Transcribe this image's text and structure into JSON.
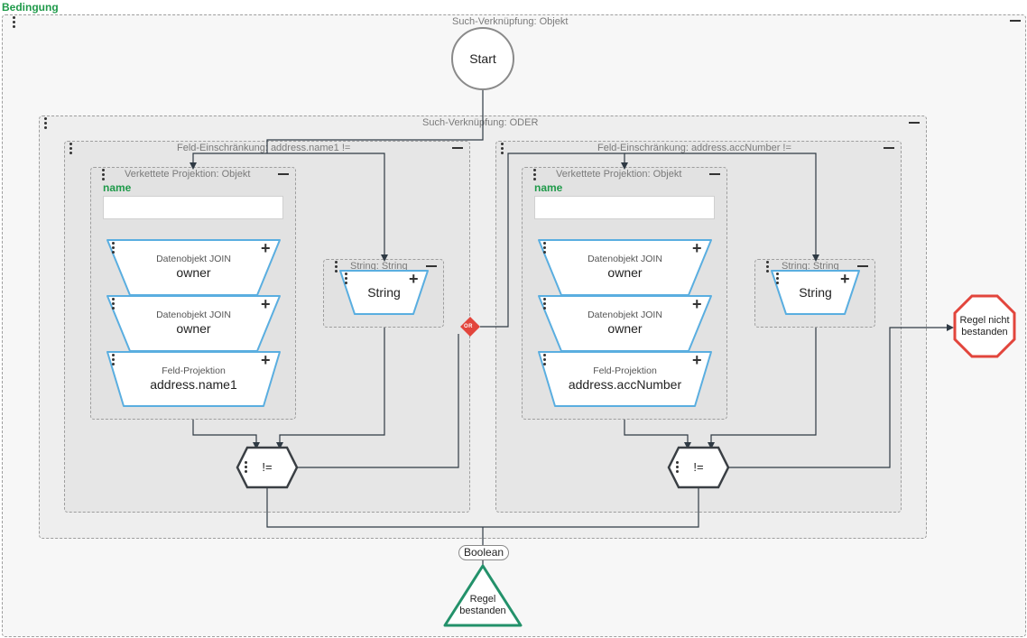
{
  "page": {
    "title": "Bedingung"
  },
  "outer": {
    "label": "Such-Verknüpfung: Objekt"
  },
  "start": {
    "label": "Start"
  },
  "or_group": {
    "label": "Such-Verknüpfung: ODER",
    "connector_label": "OR"
  },
  "left": {
    "constraint_label": "Feld-Einschränkung: address.name1 !=",
    "projection_label": "Verkettete Projektion: Objekt",
    "field_name": "name",
    "field_value": "",
    "join1": {
      "sub": "Datenobjekt JOIN",
      "main": "owner"
    },
    "join2": {
      "sub": "Datenobjekt JOIN",
      "main": "owner"
    },
    "field_projection": {
      "sub": "Feld-Projektion",
      "main": "address.name1"
    },
    "string_label": "String: String",
    "string_value": "String",
    "operator": "!="
  },
  "right": {
    "constraint_label": "Feld-Einschränkung: address.accNumber !=",
    "projection_label": "Verkettete Projektion: Objekt",
    "field_name": "name",
    "field_value": "",
    "join1": {
      "sub": "Datenobjekt JOIN",
      "main": "owner"
    },
    "join2": {
      "sub": "Datenobjekt JOIN",
      "main": "owner"
    },
    "field_projection": {
      "sub": "Feld-Projektion",
      "main": "address.accNumber"
    },
    "string_label": "String: String",
    "string_value": "String",
    "operator": "!="
  },
  "fail": {
    "line1": "Regel nicht",
    "line2": "bestanden"
  },
  "boolean_label": "Boolean",
  "pass": {
    "line1": "Regel",
    "line2": "bestanden"
  },
  "colors": {
    "accent": "#1f9a4a",
    "shape_border": "#5aaee0",
    "fail": "#e2453c",
    "pass": "#23916a",
    "or": "#e2453c",
    "operator_border": "#3a3f44"
  }
}
